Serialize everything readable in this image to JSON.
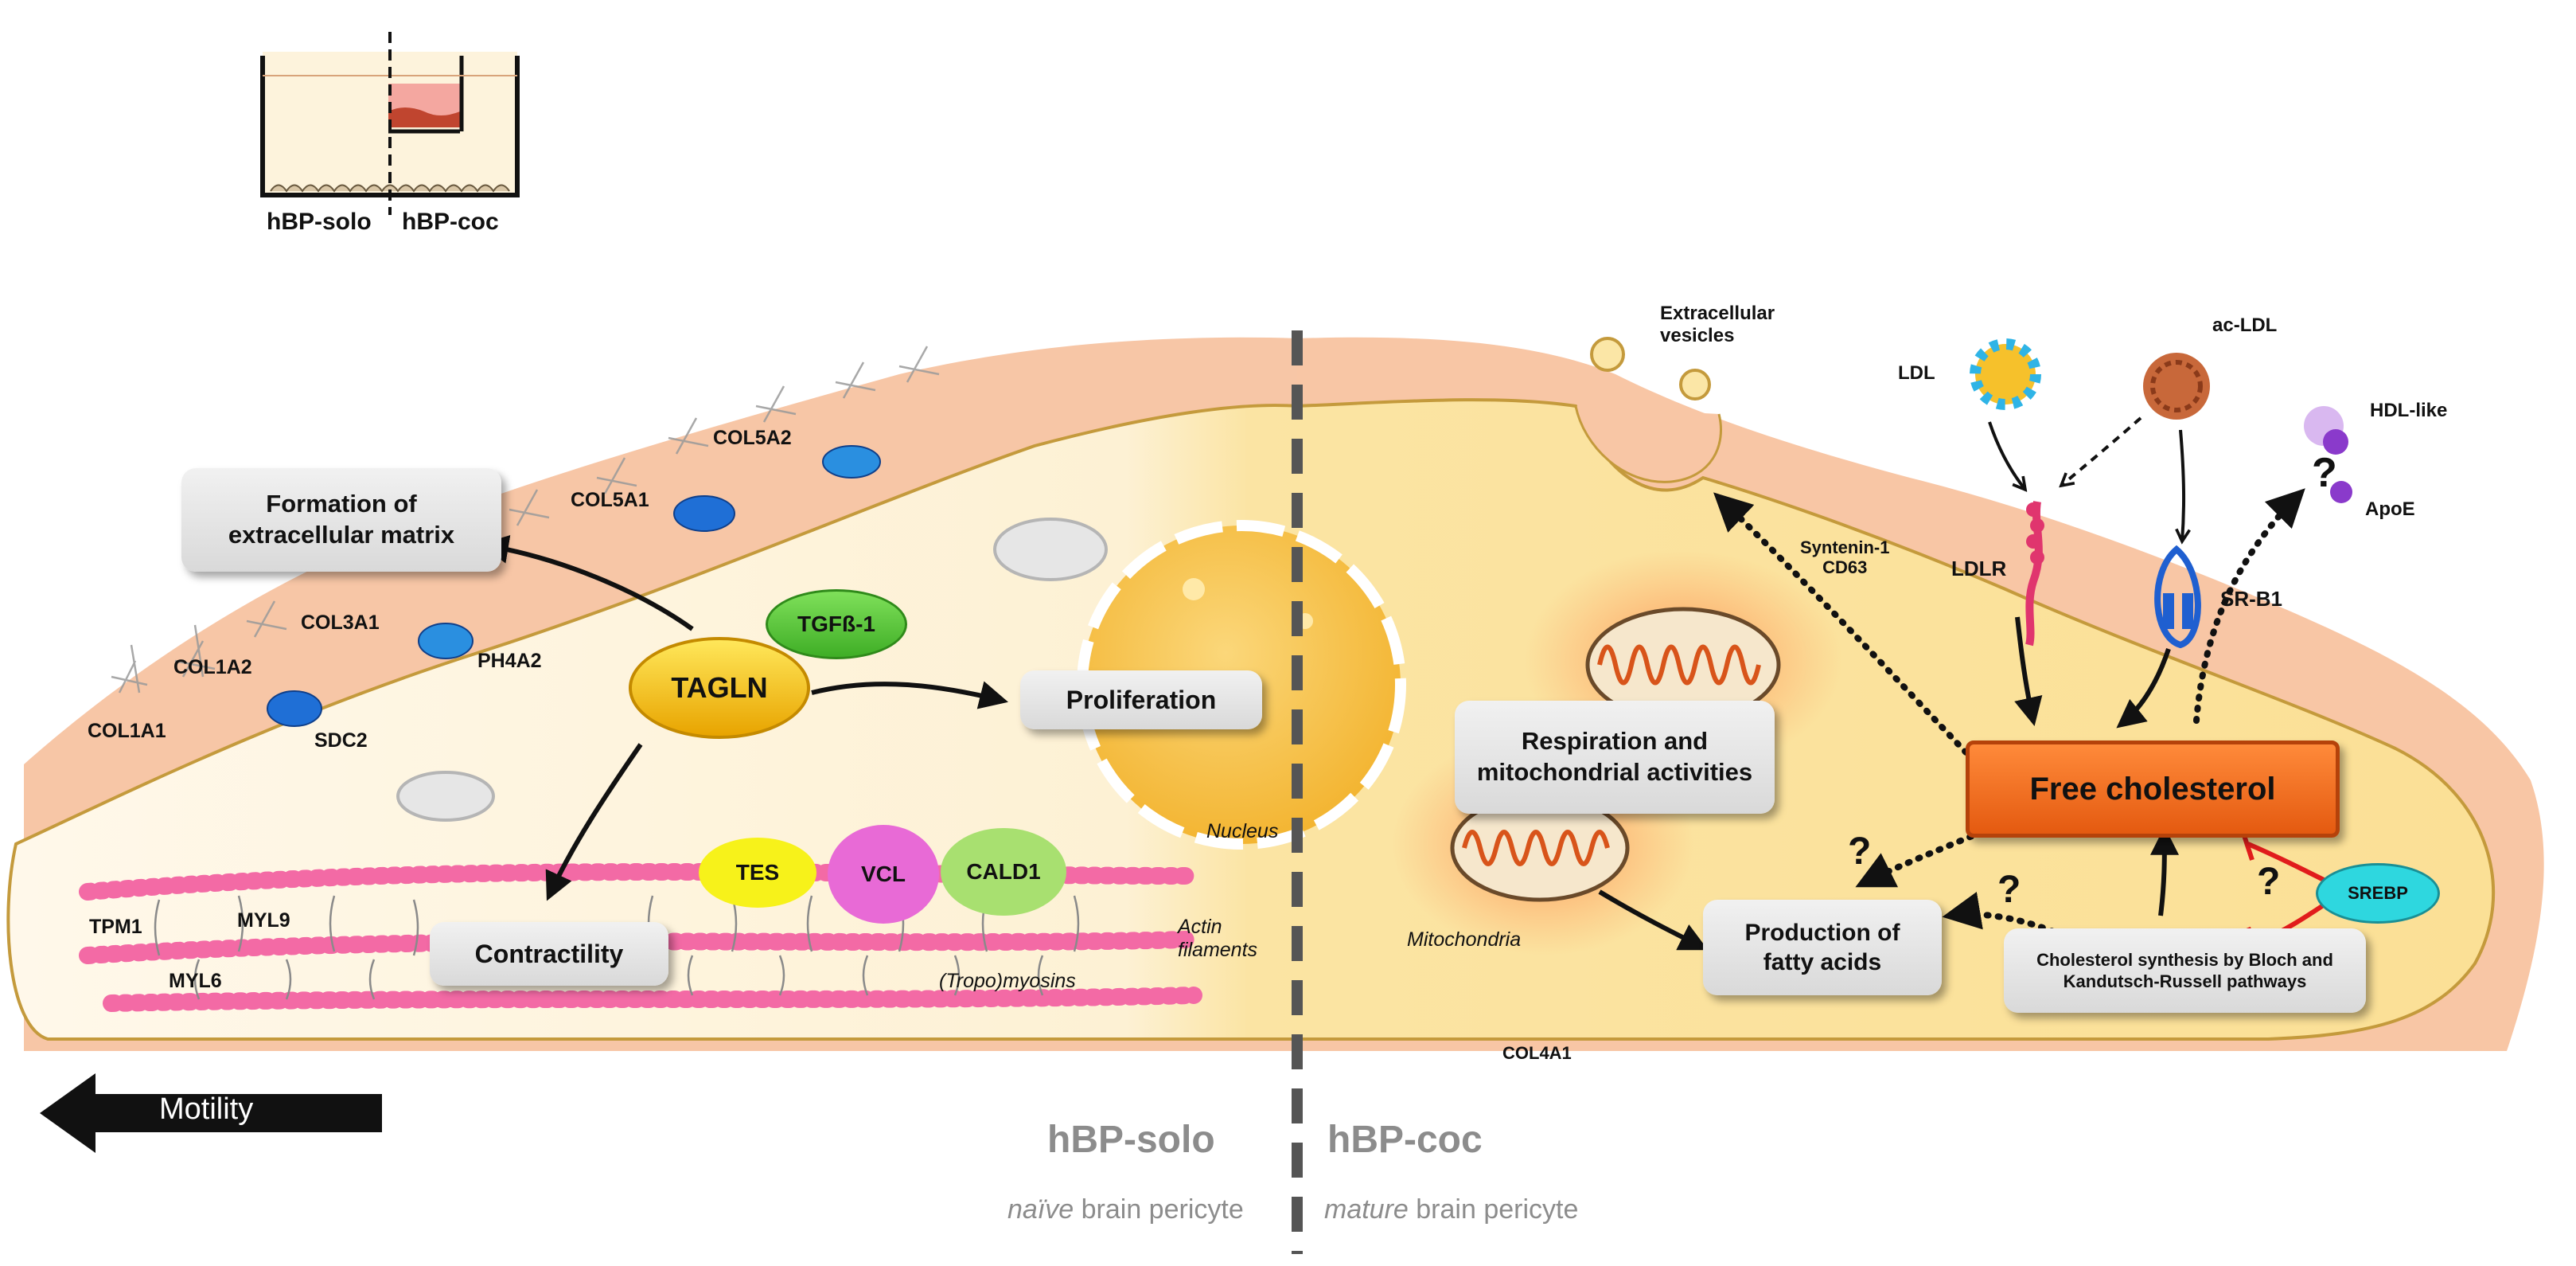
{
  "inset": {
    "label_solo": "hBP-solo",
    "label_coc": "hBP-coc"
  },
  "left": {
    "boxes": {
      "ecm": "Formation of\nextracellular matrix",
      "proliferation": "Proliferation",
      "contractility": "Contractility"
    },
    "tagln": "TAGLN",
    "tgfb": "TGFß-1",
    "genes": {
      "col1a1": "COL1A1",
      "col1a2": "COL1A2",
      "col3a1": "COL3A1",
      "col5a1": "COL5A1",
      "col5a2": "COL5A2",
      "ph4a2": "PH4A2",
      "sdc2": "SDC2",
      "tpm1": "TPM1",
      "myl9": "MYL9",
      "myl6": "MYL6"
    },
    "proteins": {
      "tes": "TES",
      "vcl": "VCL",
      "cald1": "CALD1"
    },
    "nucleus": "Nucleus",
    "actin": "Actin\nfilaments",
    "tropomyosins": "(Tropo)myosins",
    "motility": "Motility",
    "title": "hBP-solo",
    "subtitle_em": "naïve",
    "subtitle_rest": " brain pericyte"
  },
  "right": {
    "ev": "Extracellular\nvesicles",
    "ldl": "LDL",
    "acldl": "ac-LDL",
    "hdl": "HDL-like",
    "apoe": "ApoE",
    "ldlr": "LDLR",
    "srb1": "SR-B1",
    "syntenin": "Syntenin-1\nCD63",
    "respiration": "Respiration and\nmitochondrial activities",
    "mitochondria": "Mitochondria",
    "free_chol": "Free cholesterol",
    "fatty": "Production of\nfatty acids",
    "synthesis": "Cholesterol synthesis by Bloch and\nKandutsch-Russell pathways",
    "srebp": "SREBP",
    "question": "?",
    "col4a1": "COL4A1",
    "title": "hBP-coc",
    "subtitle_em": "mature",
    "subtitle_rest": " brain pericyte"
  },
  "colors": {
    "cell_left": "#fdf3dc",
    "cell_right": "#fbe39a",
    "membrane": "#f7c8a8",
    "box": "#e4e4e4",
    "tagln": "#f7c600",
    "tgfb": "#5dc83e",
    "free_chol": "#f26b1d",
    "srebp": "#2ed7df",
    "receptor": "#2a6fd0",
    "actin": "#f36aa5"
  }
}
